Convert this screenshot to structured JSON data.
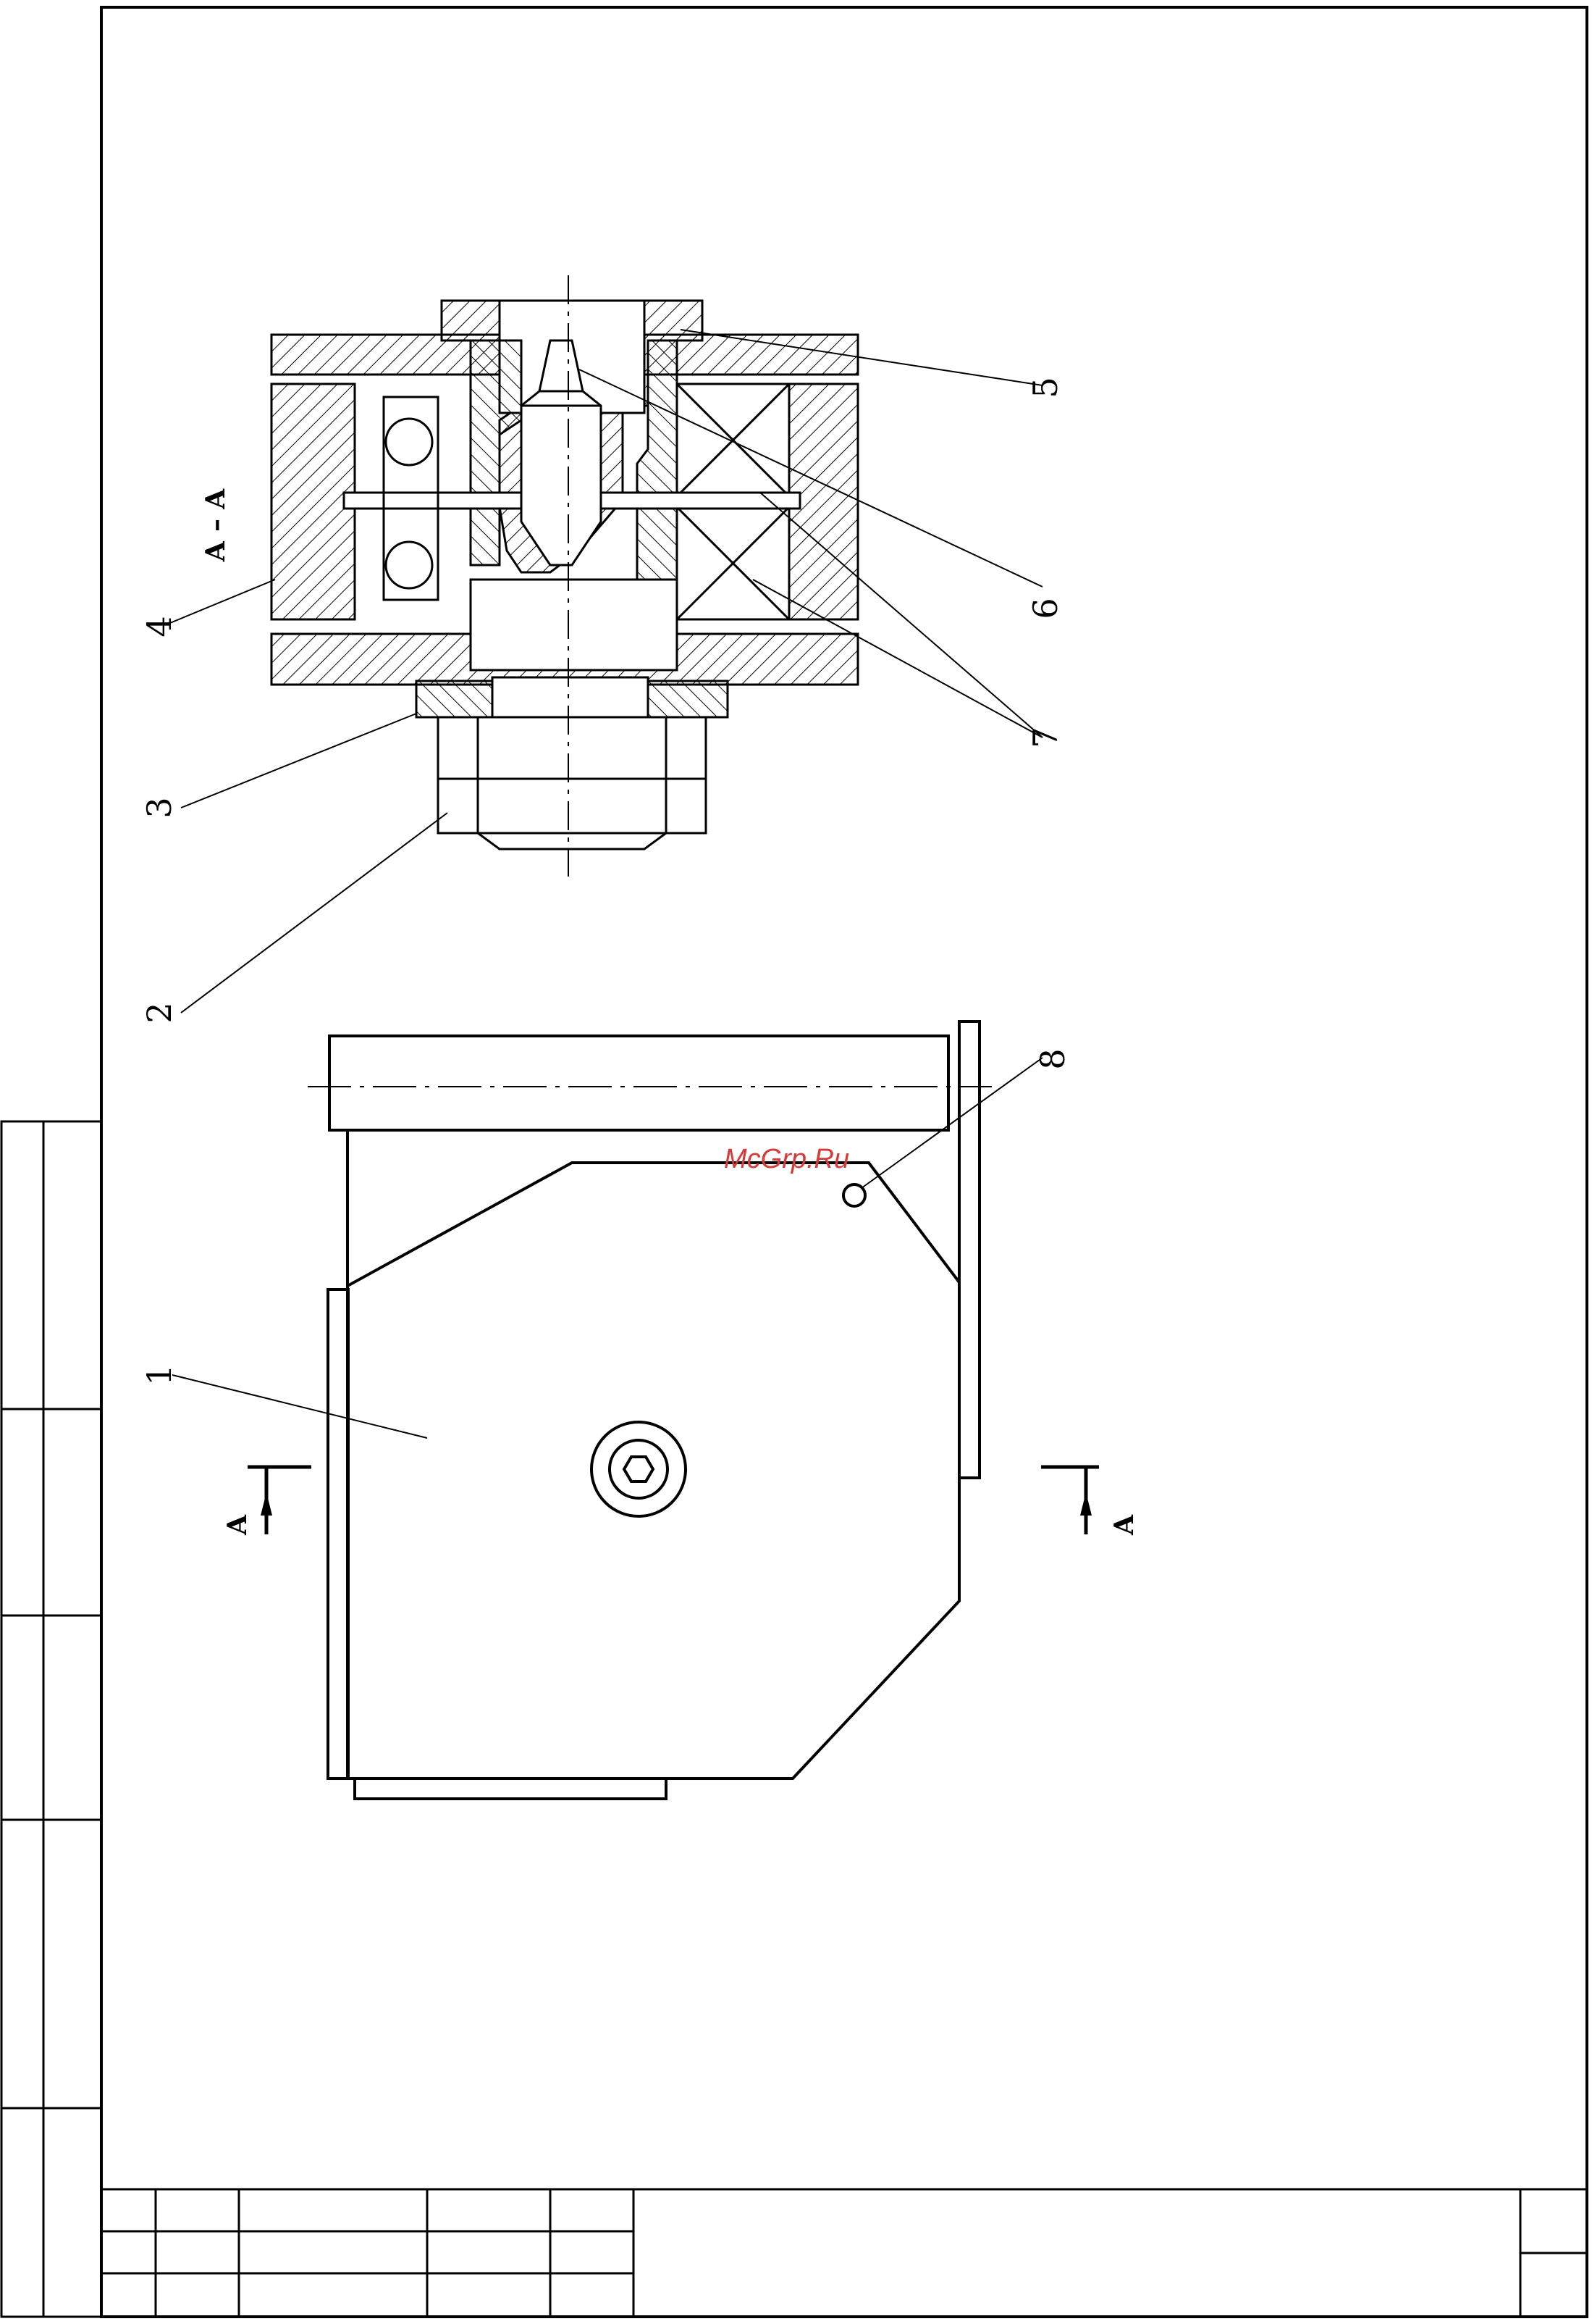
{
  "section_title": "А – А",
  "cut_label": "А",
  "callouts": [
    "1",
    "2",
    "3",
    "4",
    "5",
    "6",
    "7",
    "8"
  ],
  "watermark": "McGrp.Ru",
  "colors": {
    "line": "#000000",
    "paper": "#ffffff",
    "watermark": "#d83a3a"
  }
}
